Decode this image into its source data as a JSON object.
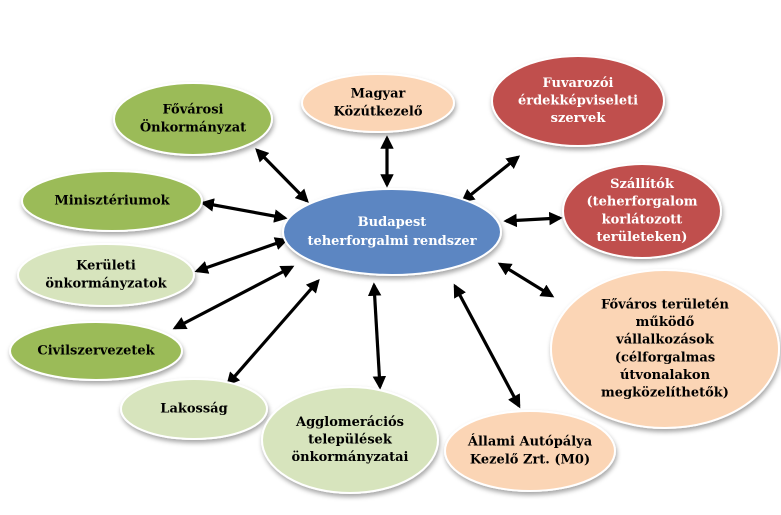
{
  "colors": {
    "center": "#5b86c2",
    "green": "#9bbb59",
    "light_green": "#d7e4bd",
    "peach": "#fbd5b5",
    "red": "#c0504d",
    "arrow": "#000000",
    "white_text": "#ffffff",
    "dark_text": "#000000"
  },
  "center": {
    "lines": [
      "Budapest",
      "teherforgalmi rendszer"
    ]
  },
  "nodes": [
    {
      "id": "fovarosi-onkormanyzat",
      "lines": [
        "Fővárosi",
        "Önkormányzat"
      ],
      "style": "green"
    },
    {
      "id": "magyar-kozutkezelo",
      "lines": [
        "Magyar",
        "Közútkezelő"
      ],
      "style": "peach"
    },
    {
      "id": "fuvarozoi-erdekkepviseleti-szervek",
      "lines": [
        "Fuvarozói",
        "érdekképviseleti",
        "szervek"
      ],
      "style": "red"
    },
    {
      "id": "miniszteriumok",
      "lines": [
        "Minisztériumok"
      ],
      "style": "green"
    },
    {
      "id": "szallitok",
      "lines": [
        "Szállítók",
        "(teherforgalom",
        "korlátozott",
        "területeken)"
      ],
      "style": "red"
    },
    {
      "id": "keruleti-onkormanyzatok",
      "lines": [
        "Kerületi",
        "önkormányzatok"
      ],
      "style": "light_green"
    },
    {
      "id": "fovaros-teruleten-mukodo-vallalkozasok",
      "lines": [
        "Főváros területén",
        "működő",
        "vállalkozások",
        "(célforgalmas",
        "útvonalakon",
        "megközelíthetők)"
      ],
      "style": "peach"
    },
    {
      "id": "civilszervezetek",
      "lines": [
        "Civilszervezetek"
      ],
      "style": "green"
    },
    {
      "id": "lakossag",
      "lines": [
        "Lakosság"
      ],
      "style": "light_green"
    },
    {
      "id": "agglomeracios-telepulesek-onkormanyzatai",
      "lines": [
        "Agglomerációs",
        "települések",
        "önkormányzatai"
      ],
      "style": "light_green"
    },
    {
      "id": "allami-autopalya-kezelo",
      "lines": [
        "Állami Autópálya",
        "Kezelő Zrt. (M0)"
      ],
      "style": "peach"
    }
  ]
}
